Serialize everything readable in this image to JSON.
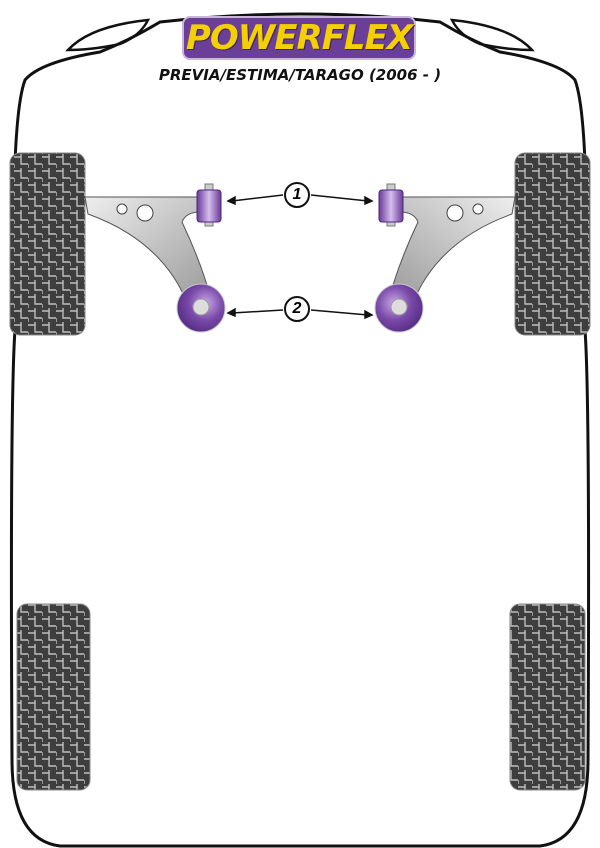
{
  "brand": {
    "logo_text": "POWERFLEX"
  },
  "title": "PREVIA/ESTIMA/TARAGO (2006 - )",
  "callouts": [
    {
      "label": "1"
    },
    {
      "label": "2"
    }
  ],
  "colors": {
    "bush_purple": "#7a4aa8",
    "logo_yellow": "#f4d000",
    "logo_purple": "#6b3f97",
    "tyre": "#444444"
  }
}
